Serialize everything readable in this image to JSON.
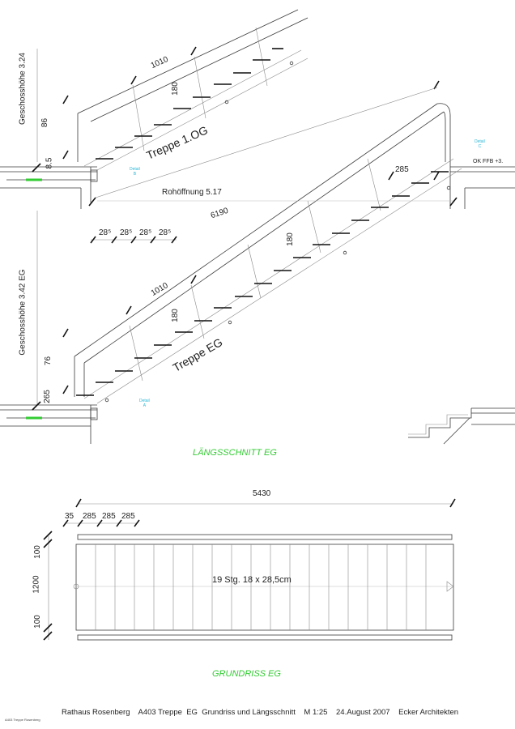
{
  "section": {
    "upper_stair_label": "Treppe 1.OG",
    "lower_stair_label": "Treppe EG",
    "floor_height_upper": "Geschosshöhe 3.24",
    "floor_height_lower": "Geschosshöhe 3.42 EG",
    "opening_label": "Rohöffnung 5.17",
    "ok_ffb_label": "OK FFB +3.",
    "detail_label_small": "Detail",
    "detail_b": "B",
    "detail_a": "A",
    "detail_c": "C",
    "title": "LÄNGSSCHNITT  EG"
  },
  "dims": {
    "d1010_upper": "1010",
    "d180_upper": "180",
    "d86": "86",
    "d85": "8.5",
    "d285_right": "285",
    "d6190": "6190",
    "d285s": [
      "28⁵",
      "28⁵",
      "28⁵",
      "28⁵"
    ],
    "d1010_lower": "1010",
    "d180_lower": "180",
    "d180_mid": "180",
    "d76": "76",
    "d265": "265"
  },
  "plan": {
    "overall": "5430",
    "d35": "35",
    "treads": [
      "285",
      "285",
      "285"
    ],
    "w100_top": "100",
    "w1200": "1200",
    "w100_bottom": "100",
    "steps_label": "19 Stg. 18 x 28,5cm",
    "title": "GRUNDRISS  EG"
  },
  "footer": {
    "caption": "Rathaus Rosenberg    A403 Treppe  EG  Grundriss und Längsschnitt    M 1:25    24.August 2007    Ecker Architekten",
    "small_note": "A403 Treppe Rosenberg"
  },
  "colors": {
    "green": "#33cc33",
    "cyan": "#27b6d6",
    "line": "#3a3a3a"
  }
}
